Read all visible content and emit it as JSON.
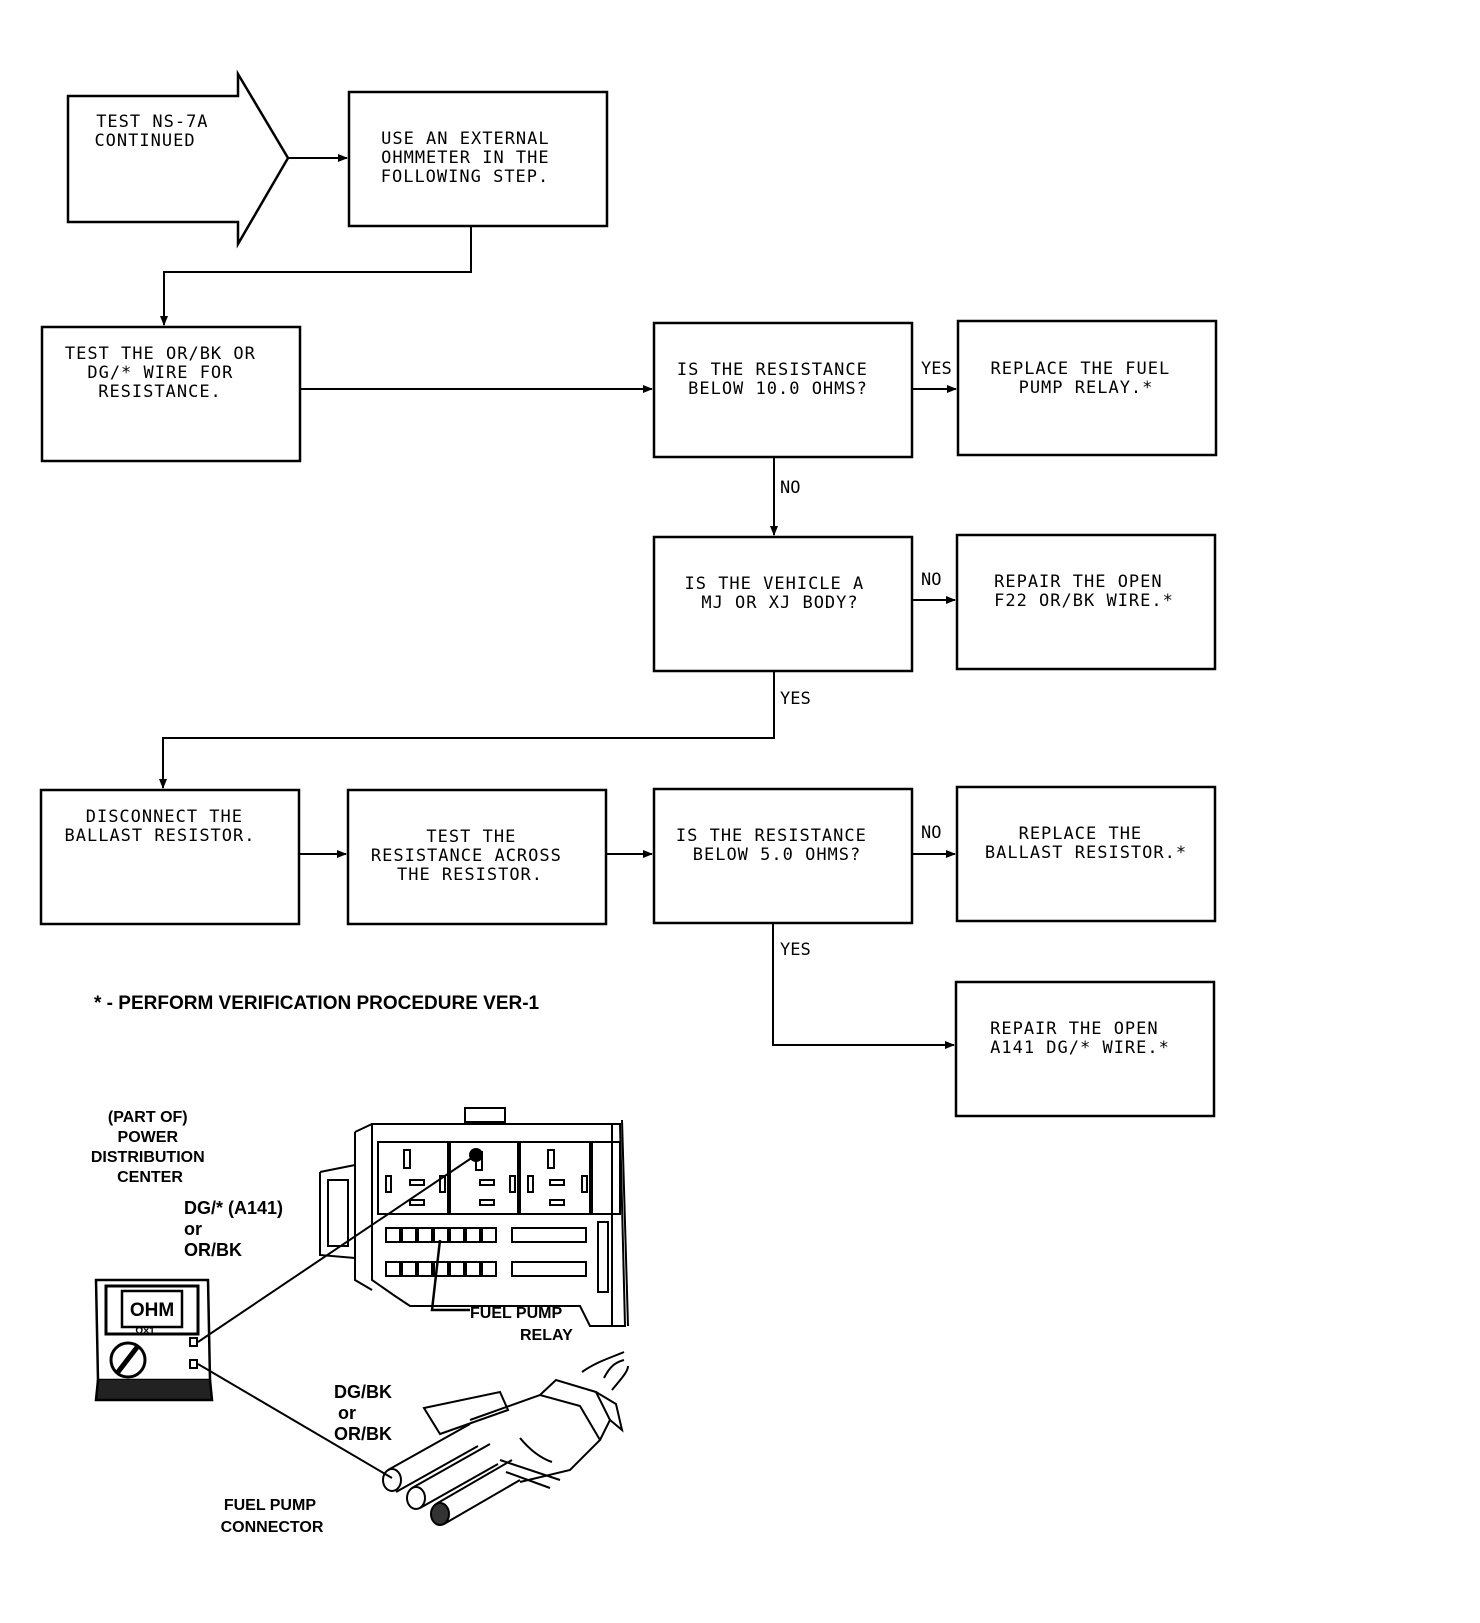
{
  "nodes": {
    "start": [
      "TEST NS-7A",
      "CONTINUED"
    ],
    "ohmmeter": [
      "USE AN EXTERNAL",
      "OHMMETER IN THE",
      "FOLLOWING STEP."
    ],
    "test_wire": [
      "TEST THE OR/BK OR",
      "DG/* WIRE FOR",
      "RESISTANCE."
    ],
    "q_resistance_10": [
      "IS THE RESISTANCE",
      "BELOW 10.0 OHMS?"
    ],
    "replace_relay": [
      "REPLACE THE FUEL",
      "PUMP RELAY.*"
    ],
    "q_vehicle": [
      "IS THE VEHICLE A",
      "MJ OR XJ BODY?"
    ],
    "repair_f22": [
      "REPAIR THE OPEN",
      "F22 OR/BK WIRE.*"
    ],
    "disconnect_ballast": [
      "DISCONNECT THE",
      "BALLAST RESISTOR."
    ],
    "test_across": [
      "TEST THE",
      "RESISTANCE ACROSS",
      "THE RESISTOR."
    ],
    "q_resistance_5": [
      "IS THE RESISTANCE",
      "BELOW 5.0 OHMS?"
    ],
    "replace_ballast": [
      "REPLACE THE",
      "BALLAST RESISTOR.*"
    ],
    "repair_a141": [
      "REPAIR THE OPEN",
      "A141 DG/* WIRE.*"
    ]
  },
  "edge_labels": {
    "yes_1": "YES",
    "no_1": "NO",
    "no_2": "NO",
    "yes_2": "YES",
    "no_3": "NO",
    "yes_3": "YES"
  },
  "footnote": "* - PERFORM VERIFICATION PROCEDURE VER-1",
  "illustration": {
    "power_center_label": [
      "(PART OF)",
      "POWER",
      "DISTRIBUTION",
      "CENTER"
    ],
    "wire_label_top": [
      "DG/* (A141)",
      "or",
      "OR/BK"
    ],
    "relay_label": [
      "FUEL PUMP",
      "RELAY"
    ],
    "wire_label_bottom": [
      "DG/BK",
      "or",
      "OR/BK"
    ],
    "connector_label": [
      "FUEL PUMP",
      "CONNECTOR"
    ],
    "meter_display": "OHM",
    "meter_range": "Ω×1"
  }
}
